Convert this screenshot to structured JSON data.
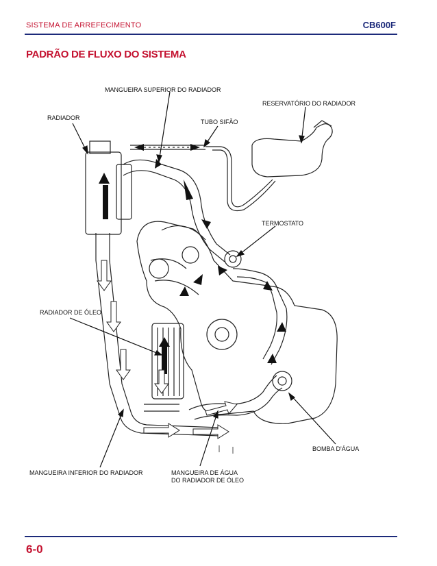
{
  "header": {
    "section": "SISTEMA DE ARREFECIMENTO",
    "model": "CB600F"
  },
  "title": "PADRÃO DE FLUXO DO SISTEMA",
  "labels": {
    "upper_hose": "MANGUEIRA SUPERIOR DO RADIADOR",
    "reservoir": "RESERVATÓRIO DO RADIADOR",
    "radiator": "RADIADOR",
    "siphon_tube": "TUBO SIFÃO",
    "thermostat": "TERMOSTATO",
    "oil_cooler": "RADIADOR DE ÓLEO",
    "water_pump": "BOMBA D'ÁGUA",
    "lower_hose": "MANGUEIRA INFERIOR DO RADIADOR",
    "oil_cooler_hose_line1": "MANGUEIRA DE ÁGUA",
    "oil_cooler_hose_line2": "DO RADIADOR DE ÓLEO"
  },
  "footer": {
    "page_number": "6-0"
  }
}
